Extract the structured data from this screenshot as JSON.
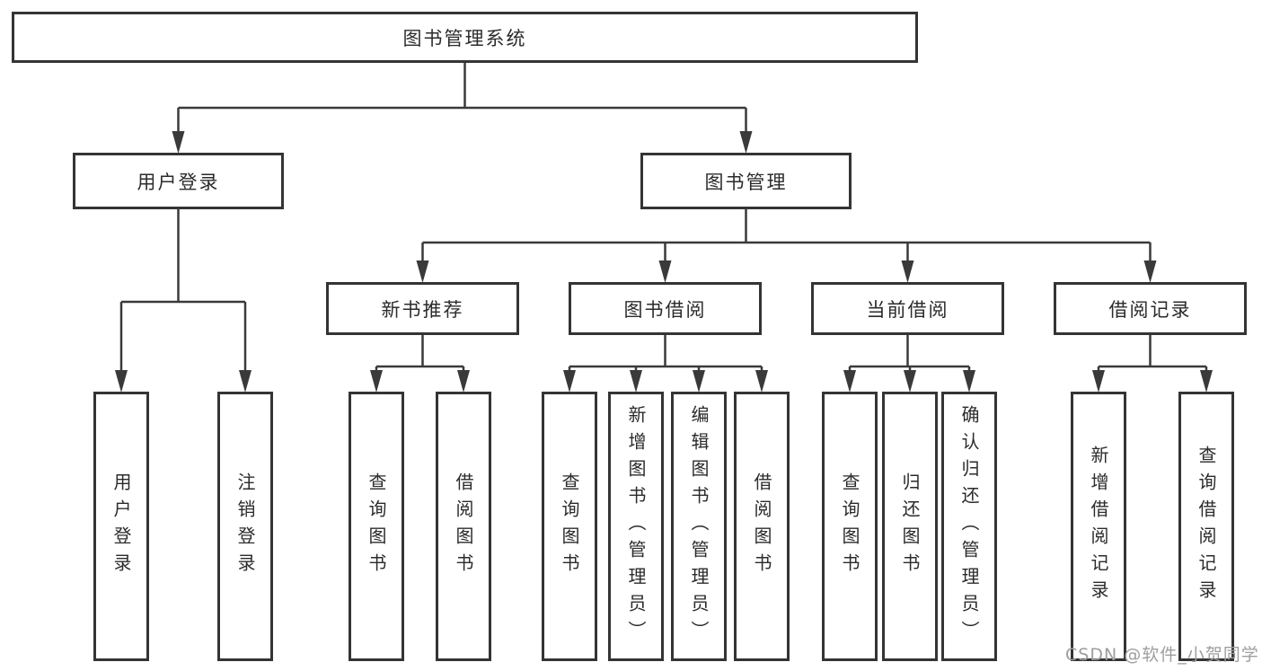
{
  "diagram_title": "图书管理系统",
  "nodes": {
    "root": {
      "label": "图书管理系统"
    },
    "userLogin": {
      "label": "用户登录"
    },
    "bookMgmt": {
      "label": "图书管理"
    },
    "newBookRec": {
      "label": "新书推荐"
    },
    "bookBorrow": {
      "label": "图书借阅"
    },
    "currentBorrow": {
      "label": "当前借阅"
    },
    "borrowRecord": {
      "label": "借阅记录"
    },
    "leafUserLogin": {
      "label": "用户登录"
    },
    "leafLogout": {
      "label": "注销登录"
    },
    "leafQueryBookA": {
      "label": "查询图书"
    },
    "leafBorrowBookA": {
      "label": "借阅图书"
    },
    "leafQueryBookB": {
      "label": "查询图书"
    },
    "leafAddBookAdmin": {
      "label": "新增图书（管理员）"
    },
    "leafEditBookAdmin": {
      "label": "编辑图书（管理员）"
    },
    "leafBorrowBookB": {
      "label": "借阅图书"
    },
    "leafQueryBookC": {
      "label": "查询图书"
    },
    "leafReturnBook": {
      "label": "归还图书"
    },
    "leafConfirmReturnAdmin": {
      "label": "确认归还（管理员）"
    },
    "leafAddBorrowRecord": {
      "label": "新增借阅记录"
    },
    "leafQueryBorrowRecord": {
      "label": "查询借阅记录"
    }
  },
  "hierarchy": {
    "图书管理系统": {
      "用户登录": [
        "用户登录",
        "注销登录"
      ],
      "图书管理": {
        "新书推荐": [
          "查询图书",
          "借阅图书"
        ],
        "图书借阅": [
          "查询图书",
          "新增图书（管理员）",
          "编辑图书（管理员）",
          "借阅图书"
        ],
        "当前借阅": [
          "查询图书",
          "归还图书",
          "确认归还（管理员）"
        ],
        "借阅记录": [
          "新增借阅记录",
          "查询借阅记录"
        ]
      }
    }
  },
  "watermark": {
    "text": "CSDN @软件_小贺同学",
    "color": "#9e9e9e"
  },
  "colors": {
    "background": "#ffffff",
    "line": "#3a3a3a",
    "box_border": "#343434",
    "text": "#2b2b2b"
  }
}
